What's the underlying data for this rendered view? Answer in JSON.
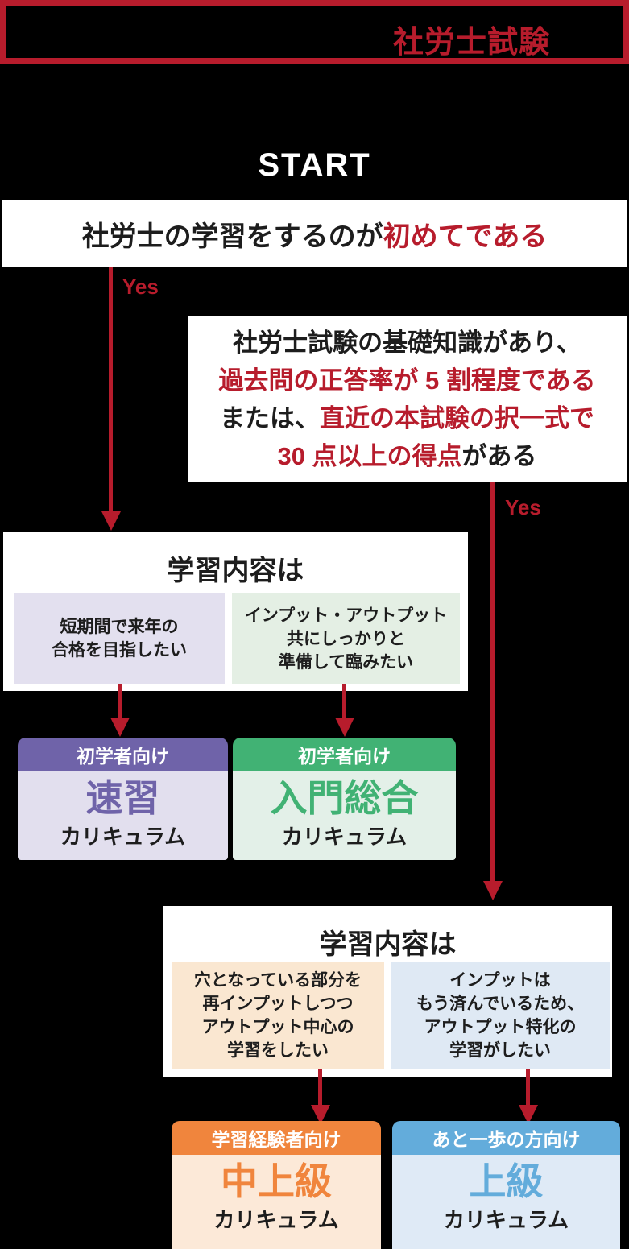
{
  "palette": {
    "accent_red": "#b71c2c",
    "purple": "#6f63a9",
    "purple_light": "#e2dfee",
    "green": "#41b274",
    "green_light": "#e3f0e8",
    "orange": "#f0853d",
    "orange_light": "#fce9d8",
    "blue": "#63acdb",
    "blue_light": "#dfeaf6",
    "background": "#000000",
    "box_background": "#ffffff"
  },
  "header": {
    "title": "社労士試験"
  },
  "start_label": "START",
  "q1": {
    "text_black": "社労士の学習をするのが",
    "text_red": "初めてである",
    "yes_label": "Yes"
  },
  "q2": {
    "line1_black": "社労士試験の基礎知識があり、",
    "line2_red": "過去問の正答率が 5 割程度である",
    "line3_black": "または、",
    "line3_red": "直近の本試験の択一式で",
    "line4_red": "30 点以上の得点",
    "line4_black": "がある",
    "yes_label": "Yes"
  },
  "branch1": {
    "title": "学習内容は",
    "option_short_term": "短期間で来年の\n合格を目指したい",
    "option_thorough": "インプット・アウトプット\n共にしっかりと\n準備して臨みたい"
  },
  "branch2": {
    "title": "学習内容は",
    "option_reinput": "穴となっている部分を\n再インプットしつつ\nアウトプット中心の\n学習をしたい",
    "option_output_only": "インプットは\nもう済んでいるため、\nアウトプット特化の\n学習がしたい"
  },
  "cards": [
    {
      "badge": "初学者向け",
      "name": "速習",
      "suffix": "カリキュラム"
    },
    {
      "badge": "初学者向け",
      "name": "入門総合",
      "suffix": "カリキュラム"
    },
    {
      "badge": "学習経験者向け",
      "name": "中上級",
      "suffix": "カリキュラム"
    },
    {
      "badge": "あと一歩の方向け",
      "name": "上級",
      "suffix": "カリキュラム"
    }
  ]
}
